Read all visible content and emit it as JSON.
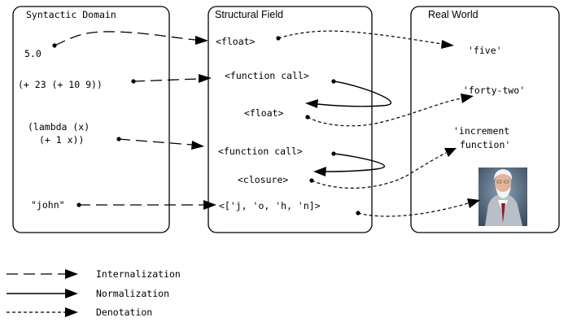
{
  "panels": {
    "syntactic": "Syntactic Domain",
    "structural": "Structural Field",
    "real": "Real World"
  },
  "syntactic": {
    "float_literal": "5.0",
    "sum_expr": "(+ 23 (+ 10 9))",
    "lambda_line1": "(lambda (x)",
    "lambda_line2": "(+ 1 x))",
    "string_literal": "\"john\""
  },
  "structural": {
    "float1": "<float>",
    "call1": "<function call>",
    "float2": "<float>",
    "call2": "<function call>",
    "closure": "<closure>",
    "charlist": "<['j, 'o, 'h, 'n]>"
  },
  "real": {
    "five": "'five'",
    "forty_two": "'forty-two'",
    "increment_line1": "'increment",
    "increment_line2": "function'",
    "photo_icon": "portrait-photo-icon"
  },
  "legend": {
    "internalization": "Internalization",
    "normalization": "Normalization",
    "denotation": "Denotation"
  }
}
